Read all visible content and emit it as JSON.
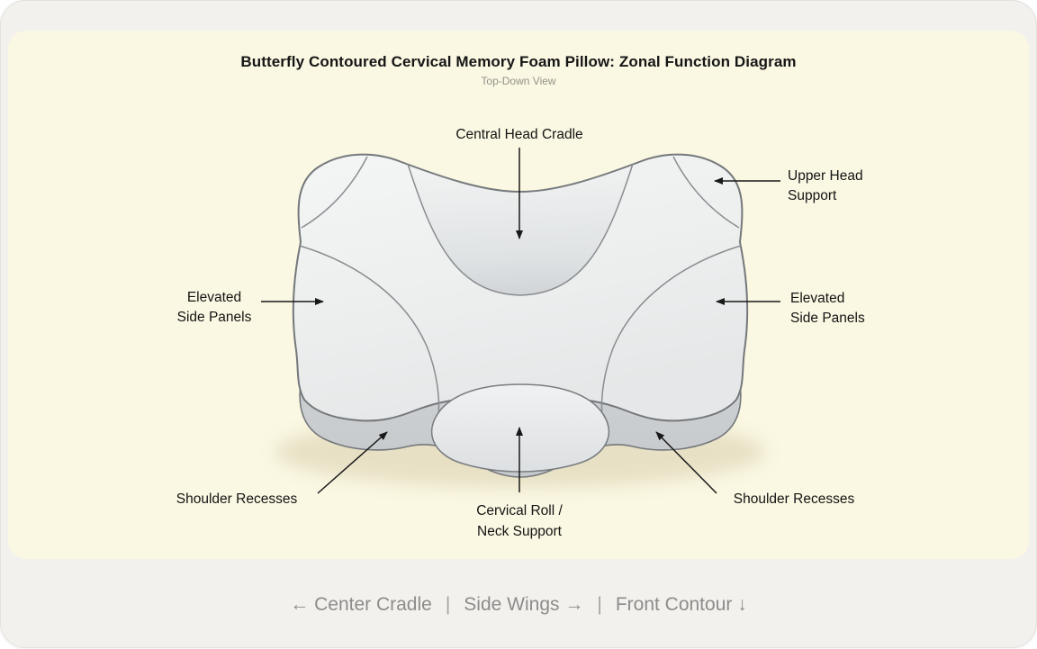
{
  "header": {
    "title": "Butterfly Contoured Cervical Memory Foam Pillow: Zonal Function Diagram",
    "subtitle": "Top-Down View"
  },
  "zones": {
    "central_head_cradle": {
      "label": "Central Head Cradle"
    },
    "upper_head_support": {
      "lines": [
        "Upper Head",
        "Support"
      ]
    },
    "elevated_side_panels_left": {
      "lines": [
        "Elevated",
        "Side Panels"
      ]
    },
    "elevated_side_panels_right": {
      "lines": [
        "Elevated",
        "Side Panels"
      ]
    },
    "shoulder_recesses_left": {
      "label": "Shoulder Recesses"
    },
    "shoulder_recesses_right": {
      "label": "Shoulder Recesses"
    },
    "cervical_roll": {
      "lines": [
        "Cervical Roll /",
        "Neck Support"
      ]
    }
  },
  "footer": {
    "items": [
      "← Center Cradle",
      "Side Wings →",
      "Front Contour ↓"
    ],
    "separator": "|"
  },
  "colors": {
    "card_bg": "#f3f1ee",
    "panel_bg": "#faf7e2",
    "pillow_surface": "#eceeee",
    "pillow_outline": "#75787b",
    "front_band": "#ccd0d3",
    "zone_line": "#8a8d90",
    "shadow": "#d9cfae",
    "label_text": "#141414",
    "footer_text": "#8d8c8a"
  }
}
